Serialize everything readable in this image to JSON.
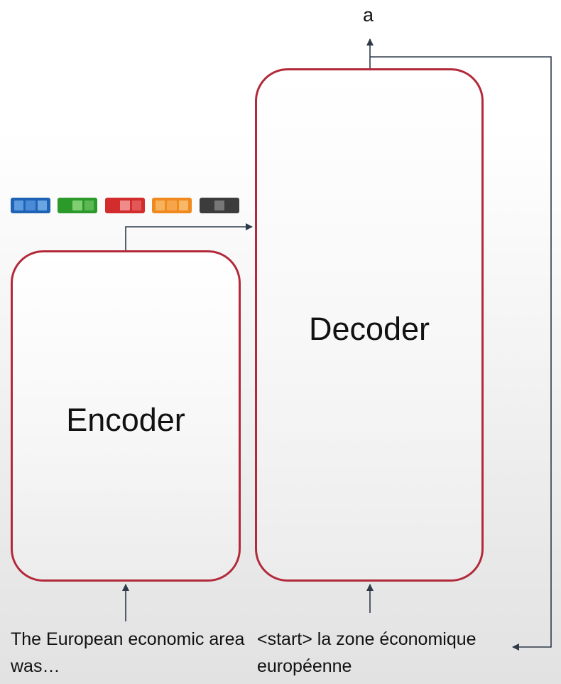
{
  "encoder": {
    "label": "Encoder",
    "input_text": "The European economic area was…"
  },
  "decoder": {
    "label": "Decoder",
    "input_text": "<start> la zone économique européenne"
  },
  "output_token": "a",
  "context_vectors": [
    {
      "color": "#1f64b4",
      "cells": [
        "#5d9be0",
        "#4a8ad6",
        "#6aa4e3"
      ]
    },
    {
      "color": "#2b9a2a",
      "cells": [
        "#2b9a2a",
        "#7fcf72",
        "#5cb854"
      ]
    },
    {
      "color": "#d22c2c",
      "cells": [
        "#d22c2c",
        "#f08b8b",
        "#e25858"
      ]
    },
    {
      "color": "#f08a1e",
      "cells": [
        "#f7b25e",
        "#f7a54a",
        "#f7b867"
      ]
    },
    {
      "color": "#3c3c3c",
      "cells": [
        "#3c3c3c",
        "#777777",
        "#3c3c3c"
      ]
    }
  ],
  "colors": {
    "box_border": "#b22a3a",
    "arrow": "#2e3a48"
  }
}
